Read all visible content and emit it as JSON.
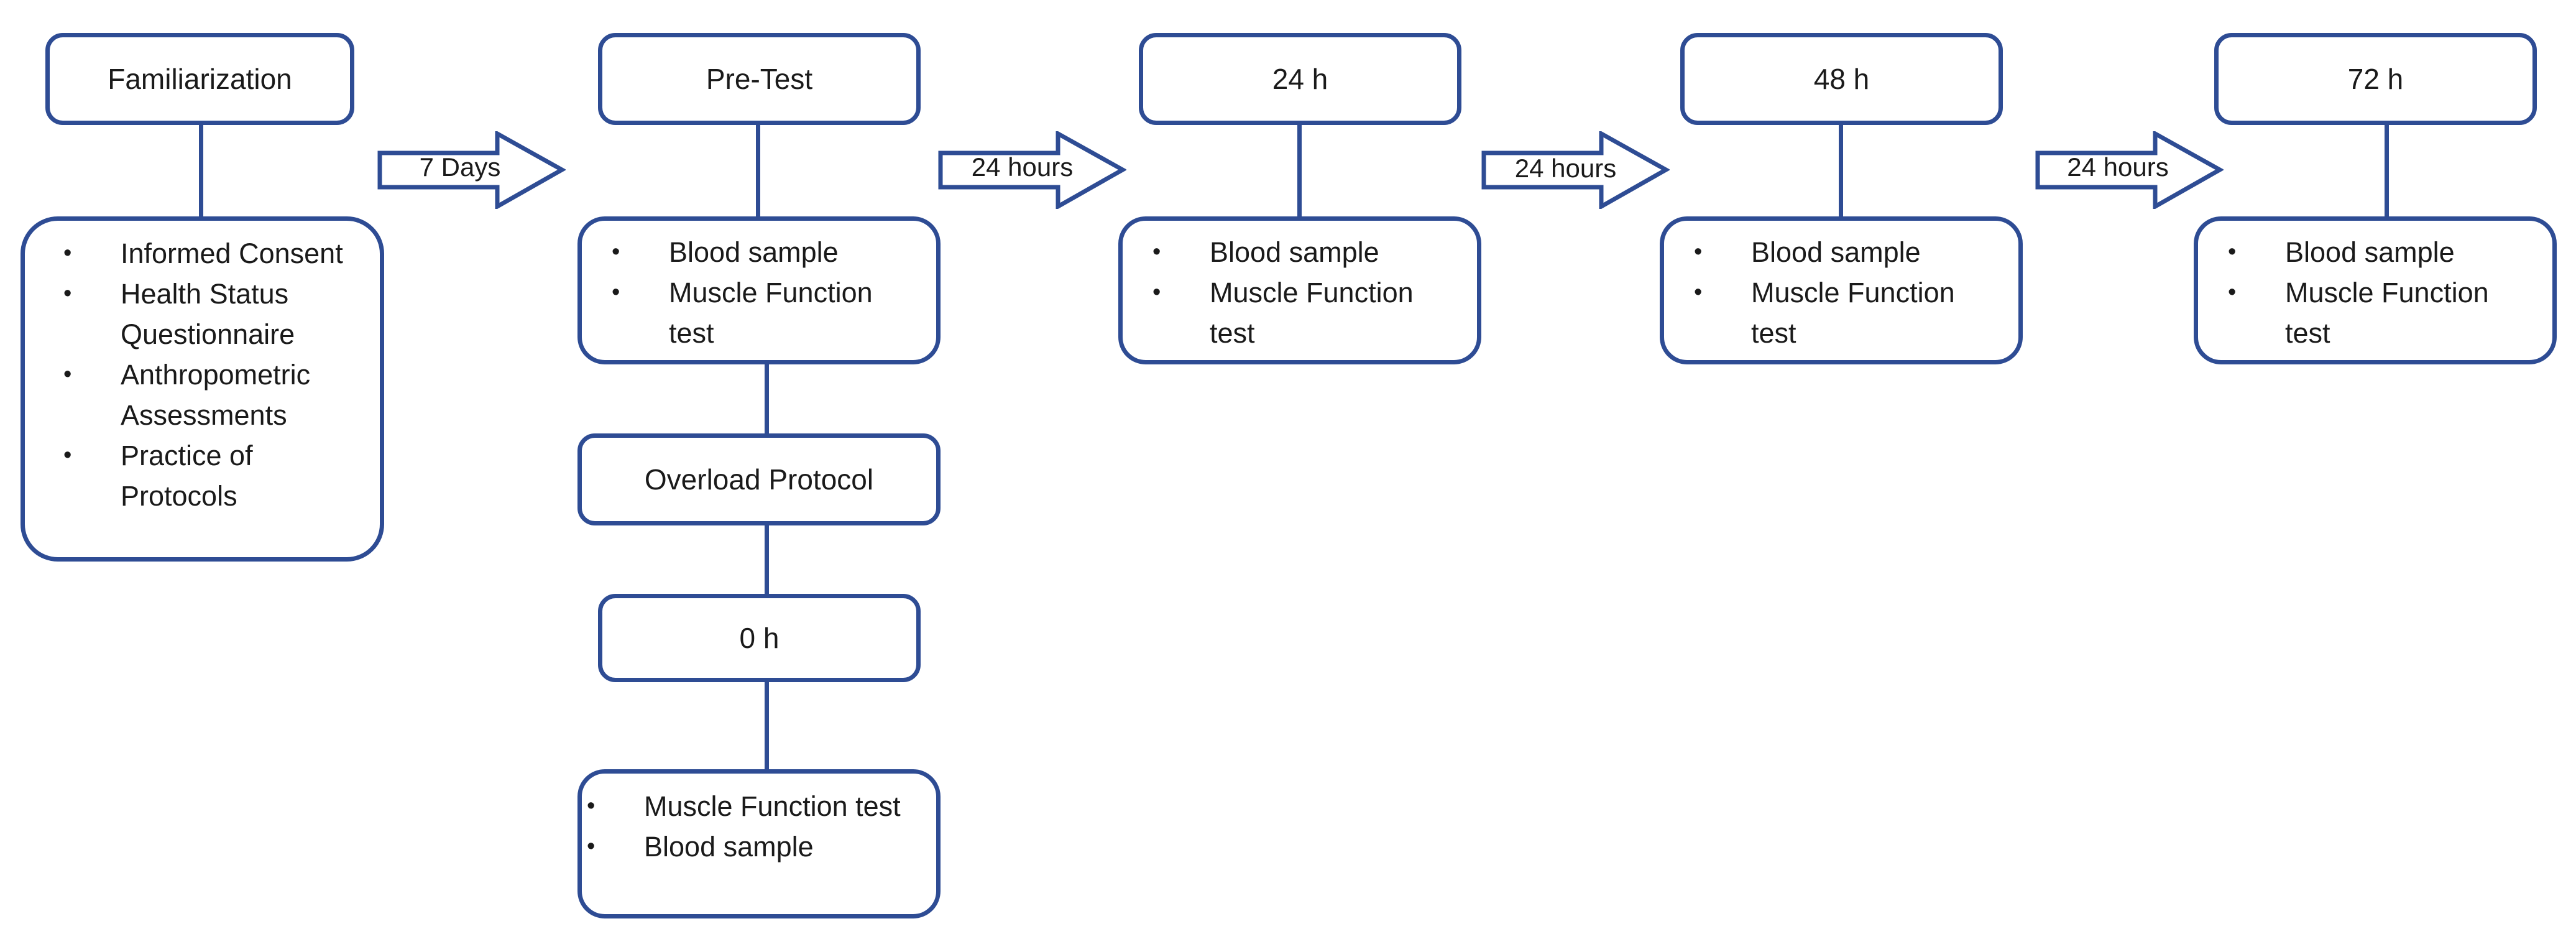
{
  "stages": {
    "familiarization": {
      "title": "Familiarization",
      "items": [
        "Informed Consent",
        "Health Status Questionnaire",
        "Anthropometric Assessments",
        "Practice of Protocols"
      ]
    },
    "pretest": {
      "title": "Pre-Test",
      "items": [
        "Blood sample",
        "Muscle Function test"
      ]
    },
    "overload": {
      "title": "Overload Protocol"
    },
    "zero_h": {
      "title": "0 h",
      "items": [
        "Muscle Function test",
        "Blood sample"
      ]
    },
    "h24": {
      "title": "24 h",
      "items": [
        "Blood sample",
        "Muscle Function test"
      ]
    },
    "h48": {
      "title": "48 h",
      "items": [
        "Blood sample",
        "Muscle Function test"
      ]
    },
    "h72": {
      "title": "72 h",
      "items": [
        "Blood sample",
        "Muscle Function test"
      ]
    }
  },
  "arrows": [
    "7 Days",
    "24 hours",
    "24 hours",
    "24 hours"
  ],
  "colors": {
    "border": "#2e4c94",
    "text": "#1a1a1a",
    "background": "#ffffff"
  }
}
